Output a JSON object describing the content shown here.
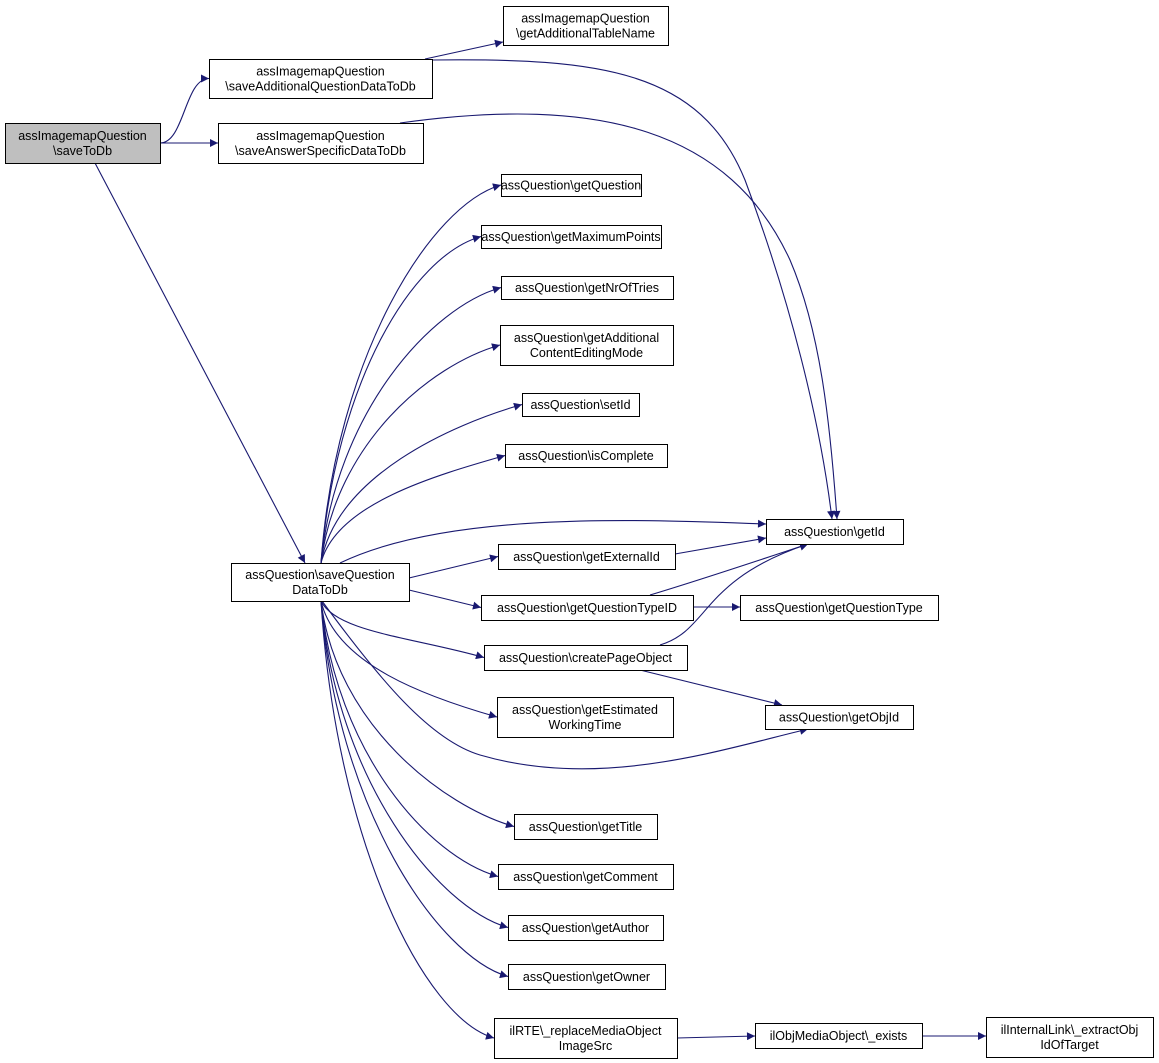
{
  "graph": {
    "nodes": [
      {
        "id": "root",
        "lines": [
          "assImagemapQuestion",
          "\\saveToDb"
        ],
        "highlight": true
      },
      {
        "id": "saveAdd",
        "lines": [
          "assImagemapQuestion",
          "\\saveAdditionalQuestionDataToDb"
        ]
      },
      {
        "id": "getAddTable",
        "lines": [
          "assImagemapQuestion",
          "\\getAdditionalTableName"
        ]
      },
      {
        "id": "saveAns",
        "lines": [
          "assImagemapQuestion",
          "\\saveAnswerSpecificDataToDb"
        ]
      },
      {
        "id": "saveQ",
        "lines": [
          "assQuestion\\saveQuestion",
          "DataToDb"
        ]
      },
      {
        "id": "getQuestion",
        "lines": [
          "assQuestion\\getQuestion"
        ]
      },
      {
        "id": "getMaxPts",
        "lines": [
          "assQuestion\\getMaximumPoints"
        ]
      },
      {
        "id": "getNrTries",
        "lines": [
          "assQuestion\\getNrOfTries"
        ]
      },
      {
        "id": "getAddContent",
        "lines": [
          "assQuestion\\getAdditional",
          "ContentEditingMode"
        ]
      },
      {
        "id": "setId",
        "lines": [
          "assQuestion\\setId"
        ]
      },
      {
        "id": "isComplete",
        "lines": [
          "assQuestion\\isComplete"
        ]
      },
      {
        "id": "getId",
        "lines": [
          "assQuestion\\getId"
        ]
      },
      {
        "id": "getExtId",
        "lines": [
          "assQuestion\\getExternalId"
        ]
      },
      {
        "id": "getQTypeID",
        "lines": [
          "assQuestion\\getQuestionTypeID"
        ]
      },
      {
        "id": "getQType",
        "lines": [
          "assQuestion\\getQuestionType"
        ]
      },
      {
        "id": "createPage",
        "lines": [
          "assQuestion\\createPageObject"
        ]
      },
      {
        "id": "getEstTime",
        "lines": [
          "assQuestion\\getEstimated",
          "WorkingTime"
        ]
      },
      {
        "id": "getObjId",
        "lines": [
          "assQuestion\\getObjId"
        ]
      },
      {
        "id": "getTitle",
        "lines": [
          "assQuestion\\getTitle"
        ]
      },
      {
        "id": "getComment",
        "lines": [
          "assQuestion\\getComment"
        ]
      },
      {
        "id": "getAuthor",
        "lines": [
          "assQuestion\\getAuthor"
        ]
      },
      {
        "id": "getOwner",
        "lines": [
          "assQuestion\\getOwner"
        ]
      },
      {
        "id": "replaceMedia",
        "lines": [
          "ilRTE\\_replaceMediaObject",
          "ImageSrc"
        ]
      },
      {
        "id": "mediaExists",
        "lines": [
          "ilObjMediaObject\\_exists"
        ]
      },
      {
        "id": "extractObj",
        "lines": [
          "ilInternalLink\\_extractObj",
          "IdOfTarget"
        ]
      }
    ],
    "edges": [
      {
        "from": "root",
        "to": "saveAdd"
      },
      {
        "from": "root",
        "to": "saveAns"
      },
      {
        "from": "root",
        "to": "saveQ"
      },
      {
        "from": "saveAdd",
        "to": "getAddTable"
      },
      {
        "from": "saveAdd",
        "to": "getId"
      },
      {
        "from": "saveAns",
        "to": "getId"
      },
      {
        "from": "saveQ",
        "to": "getQuestion"
      },
      {
        "from": "saveQ",
        "to": "getMaxPts"
      },
      {
        "from": "saveQ",
        "to": "getNrTries"
      },
      {
        "from": "saveQ",
        "to": "getAddContent"
      },
      {
        "from": "saveQ",
        "to": "setId"
      },
      {
        "from": "saveQ",
        "to": "isComplete"
      },
      {
        "from": "saveQ",
        "to": "getId"
      },
      {
        "from": "saveQ",
        "to": "getExtId"
      },
      {
        "from": "saveQ",
        "to": "getQTypeID"
      },
      {
        "from": "saveQ",
        "to": "createPage"
      },
      {
        "from": "saveQ",
        "to": "getEstTime"
      },
      {
        "from": "saveQ",
        "to": "getObjId"
      },
      {
        "from": "saveQ",
        "to": "getTitle"
      },
      {
        "from": "saveQ",
        "to": "getComment"
      },
      {
        "from": "saveQ",
        "to": "getAuthor"
      },
      {
        "from": "saveQ",
        "to": "getOwner"
      },
      {
        "from": "saveQ",
        "to": "replaceMedia"
      },
      {
        "from": "getExtId",
        "to": "getId"
      },
      {
        "from": "getQTypeID",
        "to": "getId"
      },
      {
        "from": "getQTypeID",
        "to": "getQType"
      },
      {
        "from": "createPage",
        "to": "getId"
      },
      {
        "from": "createPage",
        "to": "getObjId"
      },
      {
        "from": "replaceMedia",
        "to": "mediaExists"
      },
      {
        "from": "mediaExists",
        "to": "extractObj"
      }
    ]
  }
}
